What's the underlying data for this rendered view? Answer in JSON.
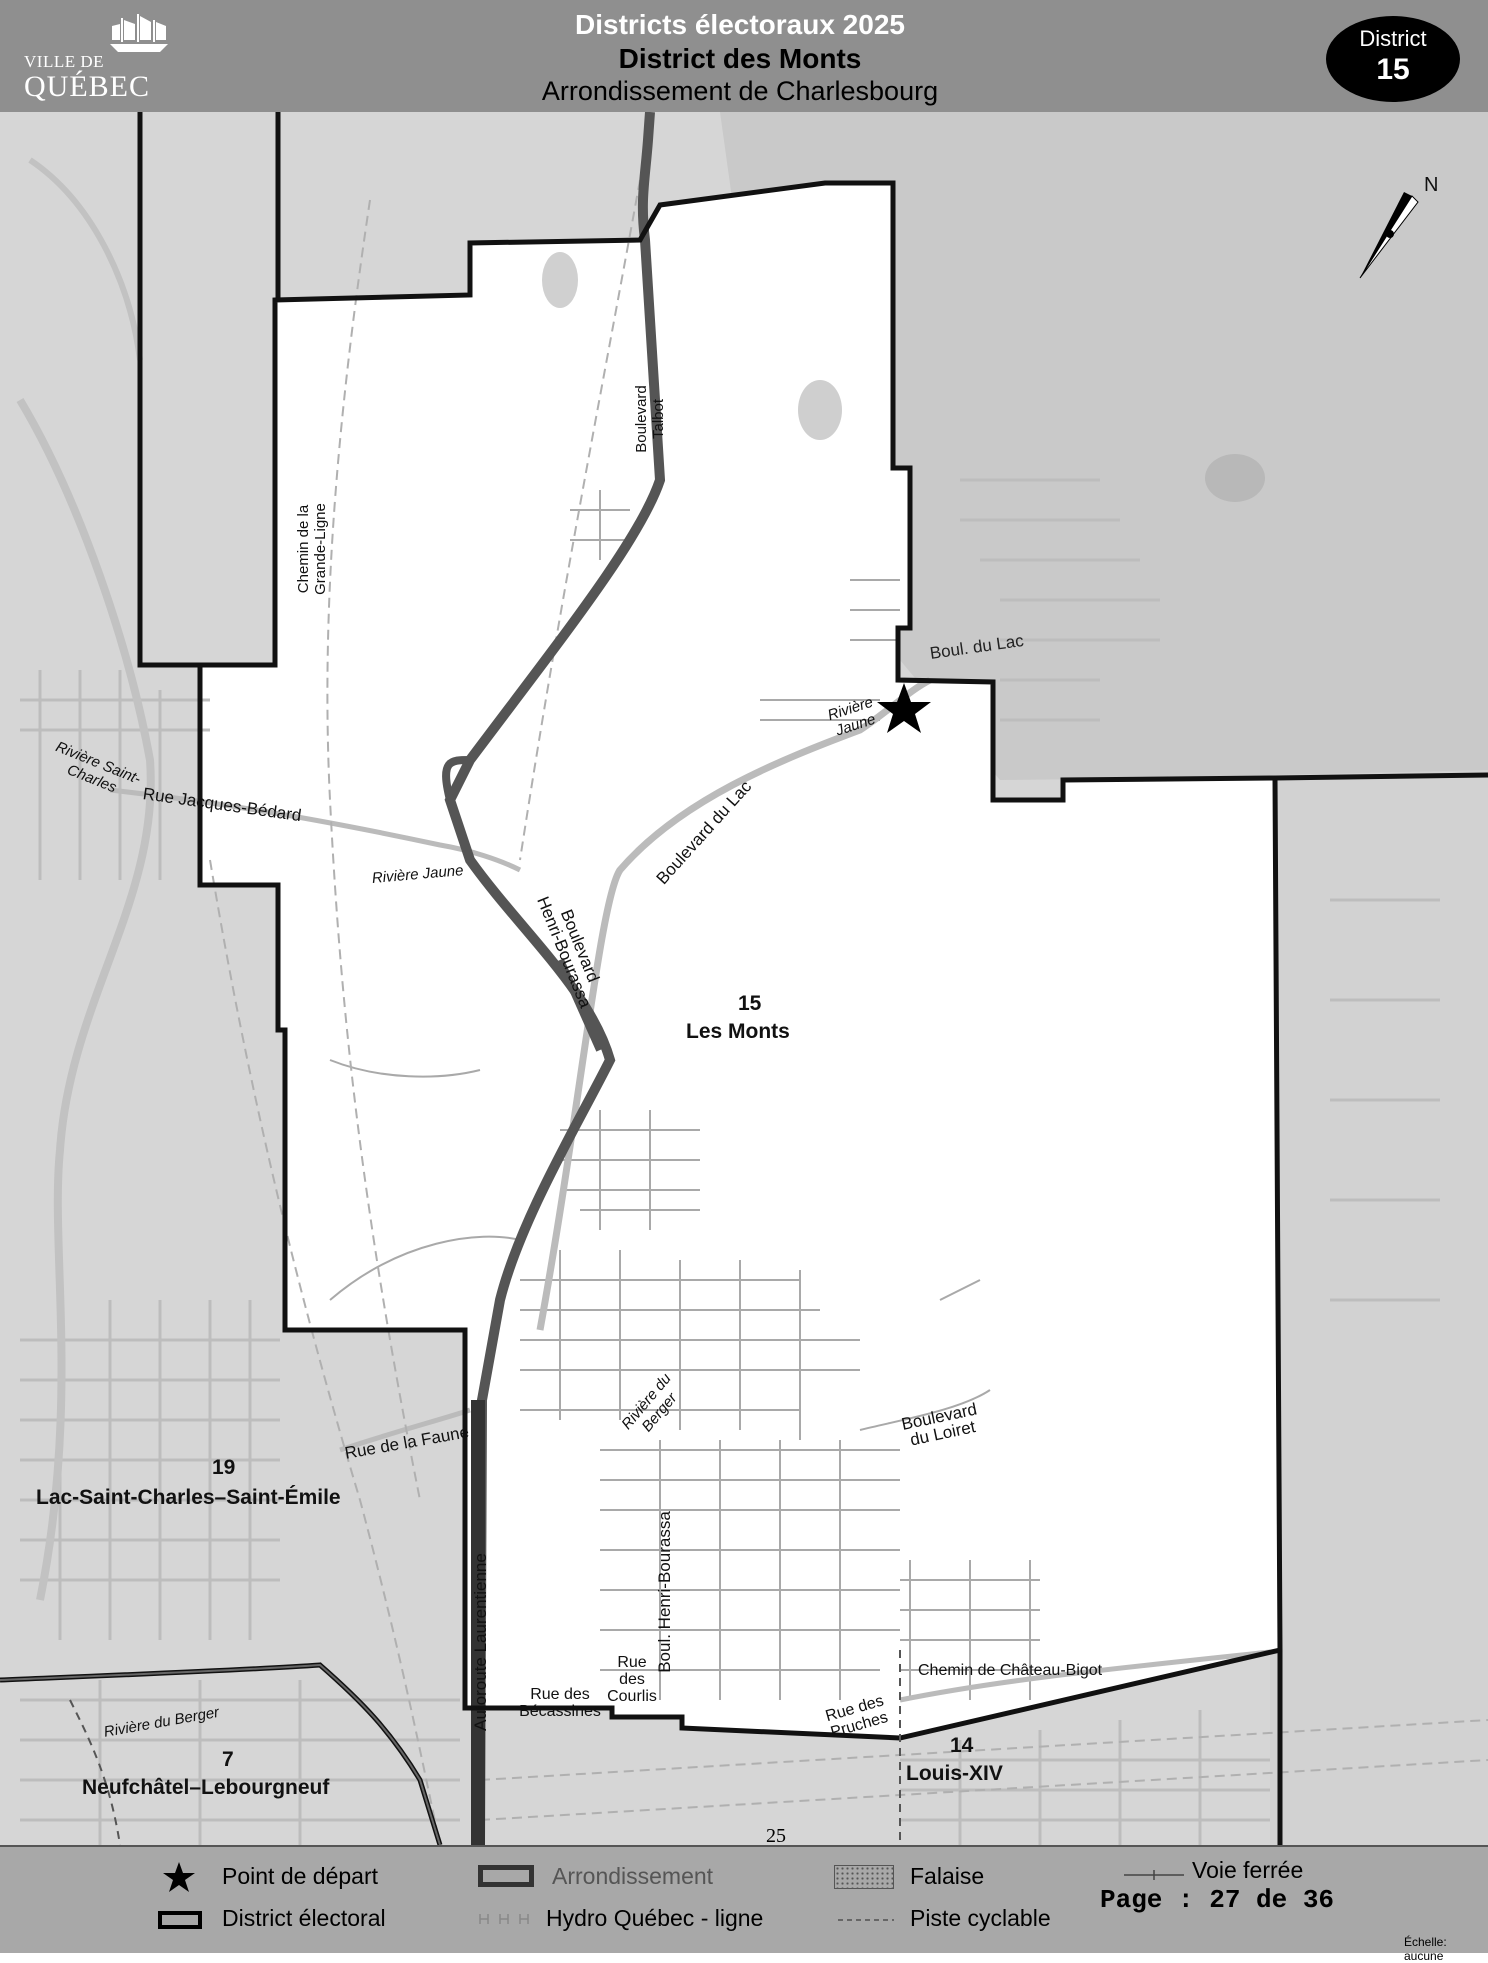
{
  "header": {
    "logo_ville": "VILLE DE",
    "logo_quebec": "QUÉBEC",
    "title": "Districts électoraux 2025",
    "district_name": "District des Monts",
    "arrondissement": "Arrondissement de Charlesbourg",
    "badge_label": "District",
    "badge_number": "15"
  },
  "compass": {
    "north": "N"
  },
  "districts": [
    {
      "number": "15",
      "name": "Les Monts"
    },
    {
      "number": "19",
      "name": "Lac-Saint-Charles–Saint-Émile"
    },
    {
      "number": "7",
      "name": "Neufchâtel–Lebourgneuf"
    },
    {
      "number": "14",
      "name": "Louis-XIV"
    }
  ],
  "labels": {
    "chemin_grande_ligne": "Chemin de la Grande-Ligne",
    "boulevard_talbot": "Boulevard Talbot",
    "riviere_saint_charles": "Rivière Saint-Charles",
    "rue_jacques_bedard": "Rue Jacques-Bédard",
    "riviere_jaune_w": "Rivière Jaune",
    "boulevard_henri_bourassa": "Boulevard Henri-Bourassa",
    "boulevard_du_lac": "Boulevard du Lac",
    "boul_du_lac_e": "Boul. du Lac",
    "riviere_jaune_e": "Rivière Jaune",
    "rue_de_la_faune": "Rue de la Faune",
    "riviere_du_berger_n": "Rivière du Berger",
    "boul_henri_bourassa_s": "Boul. Henri-Bourassa",
    "boulevard_du_loiret": "Boulevard du Loiret",
    "autoroute_laurentienne": "Autoroute Laurentienne",
    "rue_des_courlis": "Rue des Courlis",
    "rue_des_becassines": "Rue des Bécassines",
    "rue_des_pruches": "Rue des Pruches",
    "chemin_chateau_bigot": "Chemin de Château-Bigot",
    "riviere_du_berger_s": "Rivière du Berger"
  },
  "legend": {
    "point_depart": "Point de départ",
    "arrondissement": "Arrondissement",
    "falaise": "Falaise",
    "voie_ferree": "Voie ferrée",
    "district_electoral": "District électoral",
    "hydro_quebec": "Hydro Québec - ligne",
    "piste_cyclable": "Piste cyclable"
  },
  "footer": {
    "page": "Page : 27 de 36",
    "scale": "Échelle: aucune",
    "page_number": "25"
  }
}
